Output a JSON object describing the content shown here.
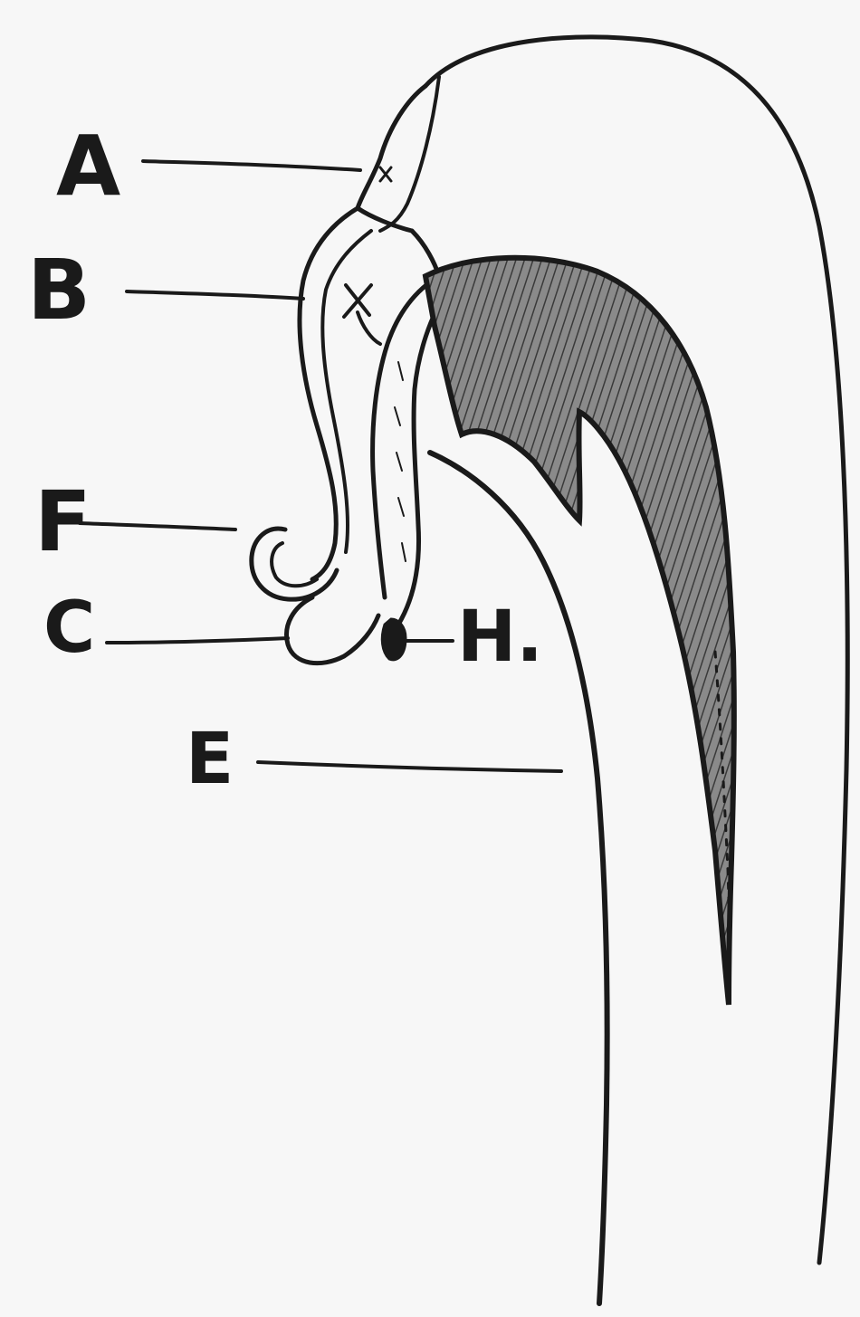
{
  "diagram": {
    "labels": {
      "a": "A",
      "b": "B",
      "f": "F",
      "c": "C",
      "h": "H.",
      "e": "E"
    }
  }
}
